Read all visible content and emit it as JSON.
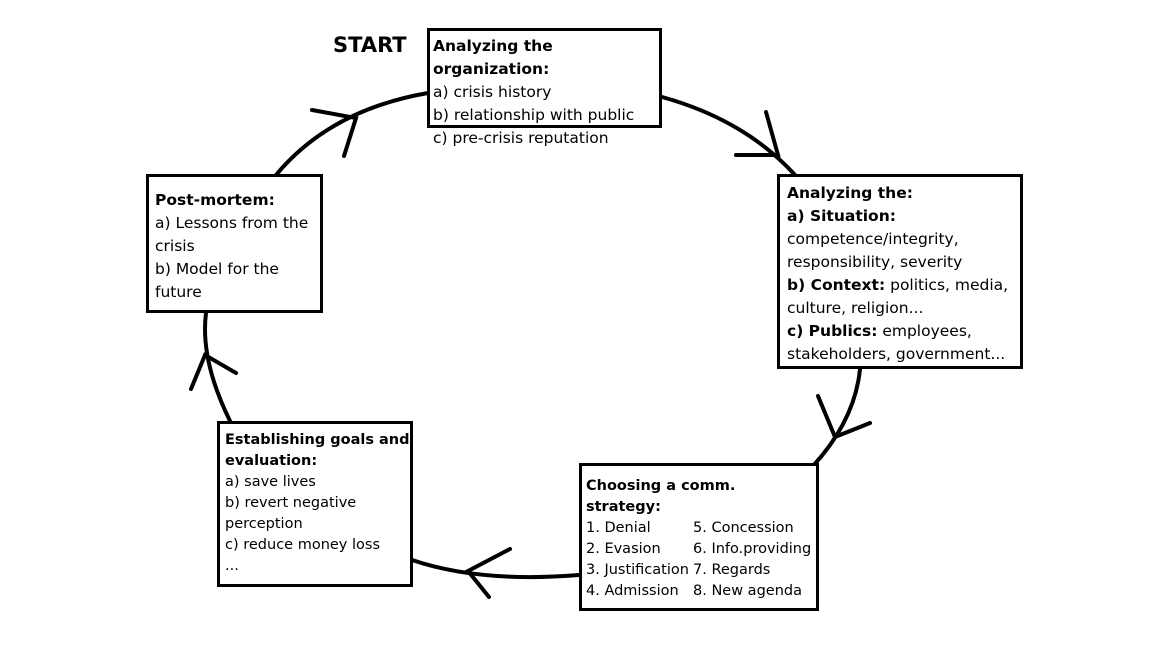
{
  "start_label": "START",
  "boxes": {
    "analyzing_org": {
      "title": "Analyzing the organization:",
      "items": [
        "a) crisis history",
        "b) relationship with public",
        "c) pre-crisis reputation"
      ]
    },
    "analyzing_the": {
      "title": "Analyzing the:",
      "situation_label": "a) Situation:",
      "situation_text_1": "competence/integrity,",
      "situation_text_2": "responsibility, severity",
      "context_label": "b) Context:",
      "context_text_1": " politics, media,",
      "context_text_2": "culture, religion...",
      "publics_label": "c) Publics:",
      "publics_text_1": " employees,",
      "publics_text_2": "stakeholders, government..."
    },
    "comm_strategy": {
      "title": "Choosing a comm. strategy:",
      "left": [
        "1. Denial",
        "2. Evasion",
        "3. Justification",
        "4. Admission"
      ],
      "right": [
        "5. Concession",
        "6. Info.providing",
        "7. Regards",
        "8. New agenda"
      ]
    },
    "goals": {
      "title_1": "Establishing goals and",
      "title_2": "evaluation:",
      "items": [
        "a) save lives",
        "b) revert negative",
        "perception",
        "c) reduce money loss",
        "..."
      ]
    },
    "post_mortem": {
      "title": "Post-mortem:",
      "items": [
        "a) Lessons from the",
        "crisis",
        "b) Model for the",
        "future"
      ]
    }
  }
}
